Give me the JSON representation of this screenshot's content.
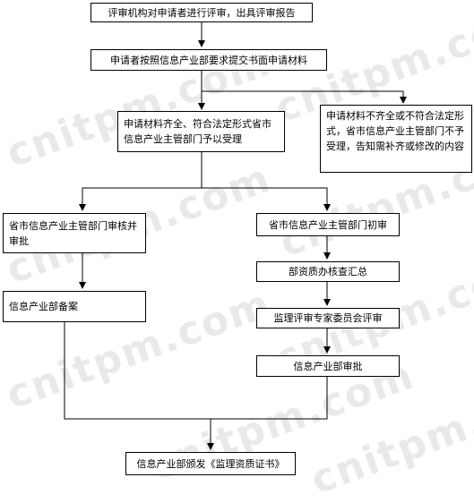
{
  "watermark": "cnitpm.com",
  "nodes": {
    "n1": "评审机构对申请者进行评审，出具评审报告",
    "n2": "申请者按照信息产业部要求提交书面申请材料",
    "n3": "申请材料齐全、符合法定形式省市信息产业主管部门予以受理",
    "n4": "申请材料不齐全或不符合法定形式，省市信息产业主管部门不予受理，告知需补齐或修改的内容",
    "n5": "省市信息产业主管部门审核并审批",
    "n6": "省市信息产业主管部门初审",
    "n7": "信息产业部备案",
    "n8": "部资质办核查汇总",
    "n9": "监理评审专家委员会评审",
    "n10": "信息产业部审批",
    "n11": "信息产业部颁发《监理资质证书》"
  }
}
